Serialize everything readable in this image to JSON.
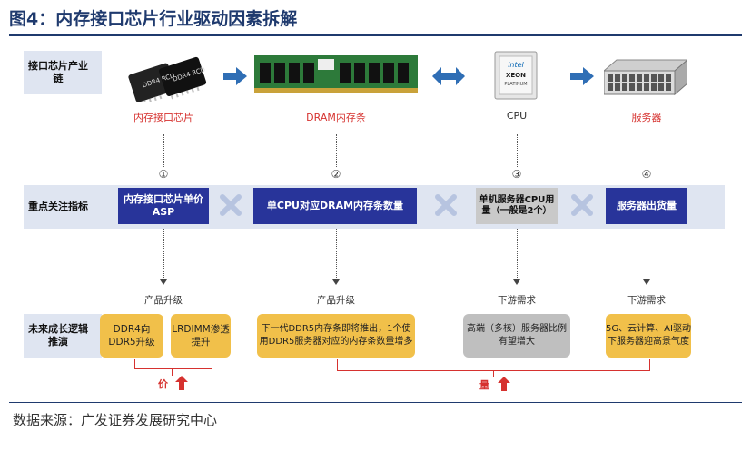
{
  "title": "图4：内存接口芯片行业驱动因素拆解",
  "source": "数据来源：广发证券发展研究中心",
  "rows": {
    "chain": "接口芯片产业链",
    "metrics": "重点关注指标",
    "logic": "未来成长逻辑推演"
  },
  "stages": [
    {
      "label": "内存接口芯片",
      "color": "#d6322f"
    },
    {
      "label": "DRAM内存条",
      "color": "#d6322f"
    },
    {
      "label": "CPU",
      "color": "#333333"
    },
    {
      "label": "服务器",
      "color": "#d6322f"
    }
  ],
  "chip_image_text": "DDR4 RCD",
  "cpu_image_text": {
    "brand": "intel",
    "line1": "XEON",
    "line2": "PLATINUM"
  },
  "numbers": [
    "①",
    "②",
    "③",
    "④"
  ],
  "metrics": [
    "内存接口芯片单价ASP",
    "单CPU对应DRAM内存条数量",
    "单机服务器CPU用量（一般是2个）",
    "服务器出货量"
  ],
  "demand_labels": [
    "产品升级",
    "产品升级",
    "下游需求",
    "下游需求"
  ],
  "logic": [
    "DDR4向DDR5升级",
    "LRDIMM渗透提升",
    "下一代DDR5内存条即将推出，1个使用DDR5服务器对应的内存条数量增多",
    "高端（多核）服务器比例有望增大",
    "5G、云计算、AI驱动下服务器迎高景气度"
  ],
  "outcomes": {
    "price": "价",
    "volume": "量"
  },
  "icons": [
    "right-arrow-icon",
    "double-arrow-icon",
    "x-icon",
    "up-arrow-icon"
  ],
  "colors": {
    "navy": "#28349a",
    "red": "#d6322f",
    "gold": "#f1c04a",
    "grey": "#c9c9c9",
    "rowbg": "#dfe5f1",
    "arrowblue": "#2f6eb5"
  }
}
